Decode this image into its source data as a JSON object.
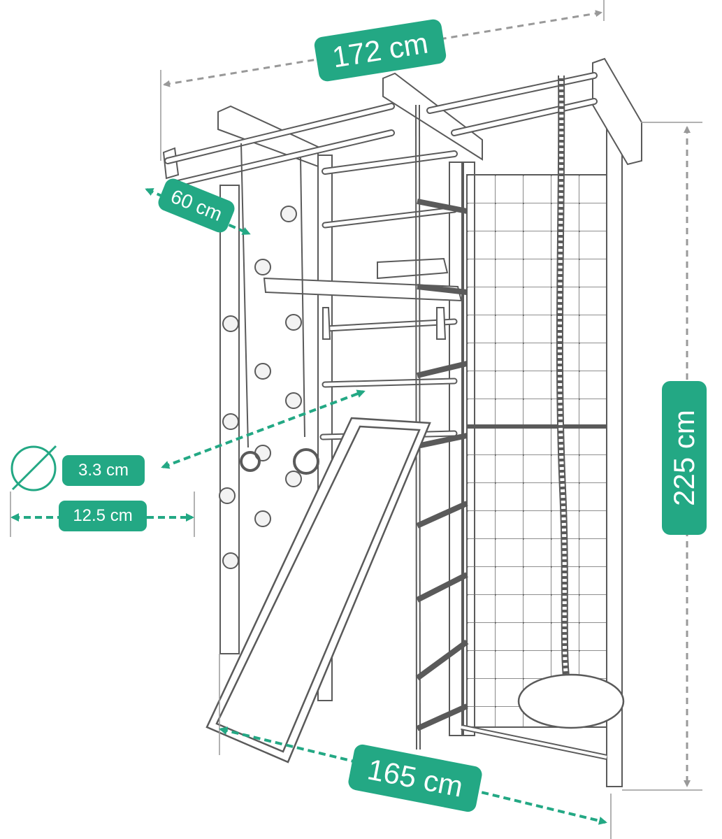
{
  "colors": {
    "accent": "#23a884",
    "line": "#8a8a8a",
    "label_text": "#ffffff"
  },
  "dimensions": {
    "width": "172 cm",
    "depth": "60 cm",
    "height": "225 cm",
    "base": "165 cm",
    "bar_diameter": "3.3 cm",
    "bar_spacing": "12.5 cm"
  },
  "icons": {
    "diameter": "diameter-icon"
  }
}
